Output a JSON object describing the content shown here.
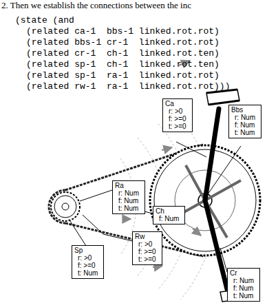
{
  "diagram": {
    "nodes": [
      {
        "text": [
          "Ca",
          "r: >0",
          "f: >=0",
          "t: >=0"
        ]
      },
      {
        "text": [
          "Bbs",
          "r: Num",
          "f: Num",
          "t: Num"
        ]
      },
      {
        "text": [
          "Ra",
          "r: Num",
          "f: Num",
          "t: Num"
        ]
      },
      {
        "text": [
          "Ch",
          "f: Num"
        ]
      },
      {
        "text": [
          "Rw",
          "r: >0",
          "f: >=0",
          "t: >=0"
        ]
      },
      {
        "text": [
          "Sp",
          "r: >0",
          "f: >=0",
          "t: Num"
        ]
      },
      {
        "text": [
          "Cr",
          "r: Num",
          "f: Num",
          "t: Num"
        ]
      }
    ],
    "labels": [
      "2. Then we establish the connections between the inc",
      "(state (and",
      "(related ca-1  bbs-1 linked.rot.rot)",
      "(related bbs-1 cr-1  linked.rot.rot)",
      "(related cr-1  ch-1  linked.rot.ten)",
      "(related sp-1  ch-1  linked.rot.ten)",
      "(related sp-1  ra-1  linked.rot.rot)",
      "(related rw-1  ra-1  linked.rot.rot)))"
    ]
  }
}
